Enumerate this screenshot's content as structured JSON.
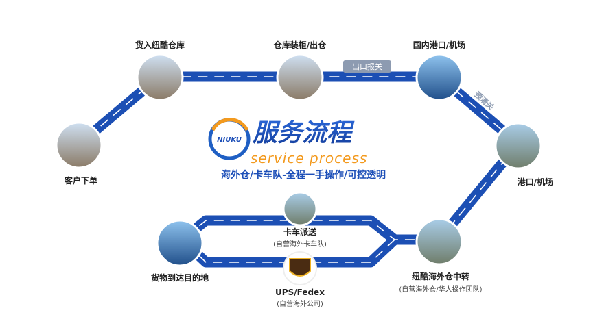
{
  "logo": {
    "brand": "NIUKU",
    "title": "服务流程",
    "subtitle": "service process",
    "slogan": "海外仓/卡车队-全程一手操作/可控透明"
  },
  "steps": [
    {
      "label": "客户下单",
      "icon": "order-photo"
    },
    {
      "label": "货入纽酷仓库",
      "icon": "warehouse-photo"
    },
    {
      "label": "仓库装柜/出仓",
      "icon": "container-photo"
    },
    {
      "label": "国内港口/机场",
      "icon": "ship-photo"
    },
    {
      "label": "港口/机场",
      "icon": "port-photo"
    },
    {
      "label": "纽酷海外仓中转",
      "sub": "(自营海外仓/华人操作团队)",
      "icon": "overseas-warehouse-photo"
    },
    {
      "label": "卡车派送",
      "sub": "(自营海外卡车队)",
      "icon": "truck-photo"
    },
    {
      "label": "UPS/Fedex",
      "sub": "(自营海外公司)",
      "icon": "ups-logo"
    },
    {
      "label": "货物到达目的地",
      "icon": "city-photo"
    }
  ],
  "road_tags": {
    "export": "出口报关",
    "preclear": "预清关"
  },
  "colors": {
    "road": "#1c4fb4",
    "title": "#1d4fb8",
    "accent": "#f39a1e"
  }
}
